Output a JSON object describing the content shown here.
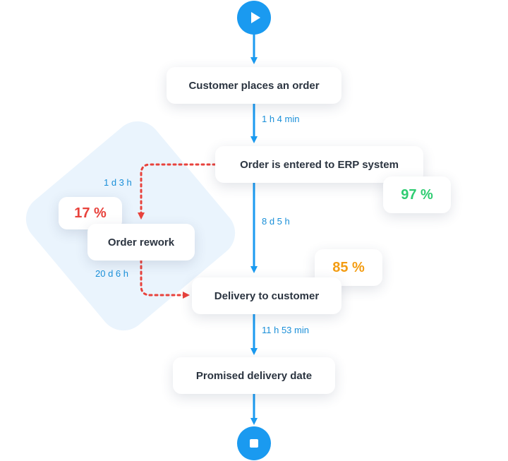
{
  "nodes": {
    "customer_order": "Customer places an order",
    "erp_entry": "Order is entered to ERP system",
    "order_rework": "Order rework",
    "delivery": "Delivery to customer",
    "promised_date": "Promised delivery date"
  },
  "badges": {
    "erp_pct": "97 %",
    "rework_pct": "17 %",
    "delivery_pct": "85 %"
  },
  "durations": {
    "order_to_erp": "1 h 4 min",
    "erp_to_rework": "1 d 3 h",
    "erp_to_delivery": "8 d 5 h",
    "rework_to_delivery": "20 d 6 h",
    "delivery_to_promised": "11 h 53 min"
  },
  "icons": {
    "start": "play-icon",
    "end": "stop-icon"
  },
  "colors": {
    "flow_blue": "#1a9af0",
    "rework_red": "#e8423c",
    "good_green": "#2ecc71",
    "warn_orange": "#f39c12",
    "node_text": "#2b3440",
    "duration_text": "#1a8fd8"
  }
}
